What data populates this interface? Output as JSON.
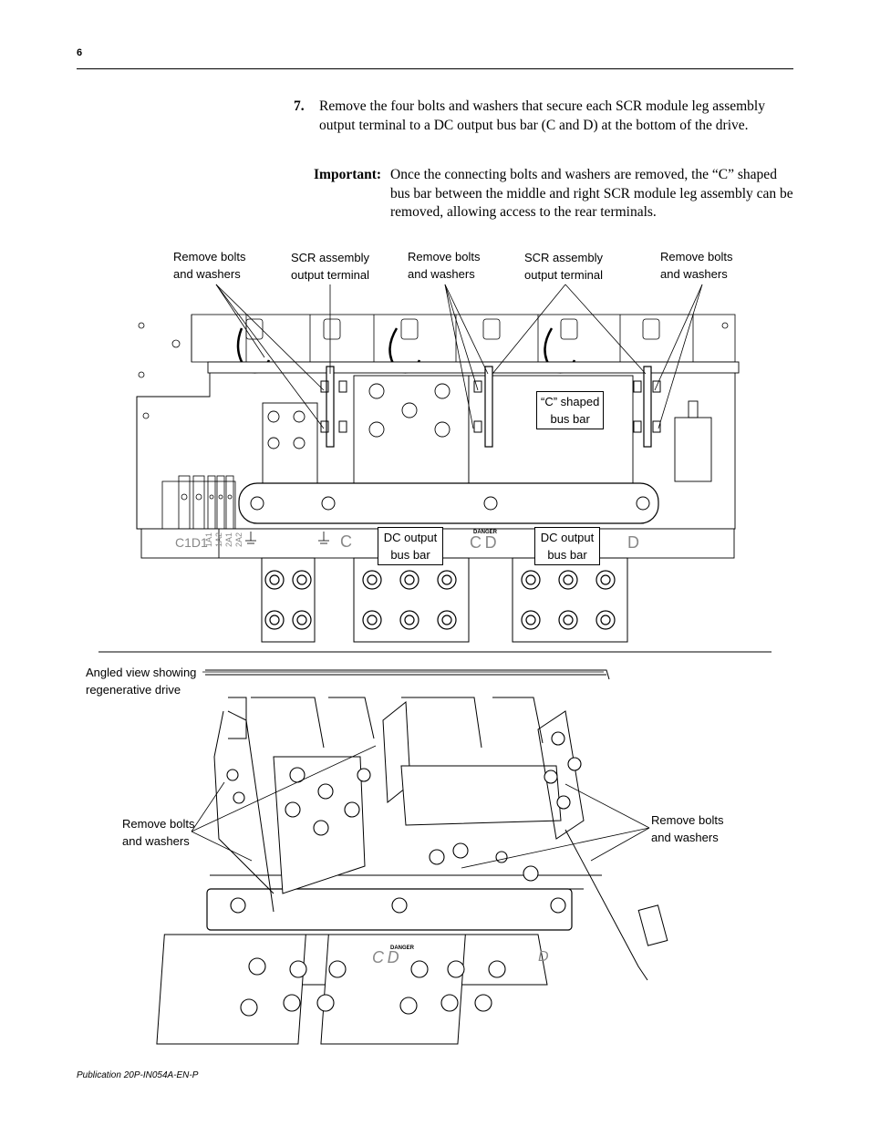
{
  "page": {
    "number": "6",
    "footer": "Publication 20P-IN054A-EN-P"
  },
  "step": {
    "number": "7.",
    "text": "Remove the four bolts and washers that secure each SCR module leg assembly output terminal to a DC output bus bar (C and D) at the bottom of the drive."
  },
  "important": {
    "label": "Important:",
    "text": "Once the connecting bolts and washers are removed, the “C” shaped bus bar between the middle and right SCR module leg assembly can be removed, allowing access to the rear terminals."
  },
  "figure_top": {
    "callouts": {
      "remove_bolts_1": [
        "Remove bolts",
        "and washers"
      ],
      "scr_terminal_1": [
        "SCR assembly",
        "output terminal"
      ],
      "remove_bolts_2": [
        "Remove bolts",
        "and washers"
      ],
      "scr_terminal_2": [
        "SCR assembly",
        "output terminal"
      ],
      "remove_bolts_3": [
        "Remove bolts",
        "and washers"
      ],
      "c_shaped_bus_bar": [
        "“C” shaped",
        "bus bar"
      ],
      "dc_output_bus_bar_1": [
        "DC output",
        "bus bar"
      ],
      "dc_output_bus_bar_2": [
        "DC output",
        "bus bar"
      ]
    },
    "terminal_labels": {
      "c1d1": "C1D1",
      "a_labels": [
        "1A1",
        "1A2",
        "2A1",
        "2A2"
      ],
      "c": "C",
      "d": "D",
      "cd": "C D",
      "danger": "DANGER"
    }
  },
  "figure_bottom": {
    "callouts": {
      "angled_view": [
        "Angled view showing",
        "regenerative drive"
      ],
      "remove_bolts_left": [
        "Remove bolts",
        "and washers"
      ],
      "remove_bolts_right": [
        "Remove bolts",
        "and washers"
      ]
    },
    "terminal_labels": {
      "cd": "C D",
      "d": "D",
      "danger": "DANGER"
    }
  }
}
